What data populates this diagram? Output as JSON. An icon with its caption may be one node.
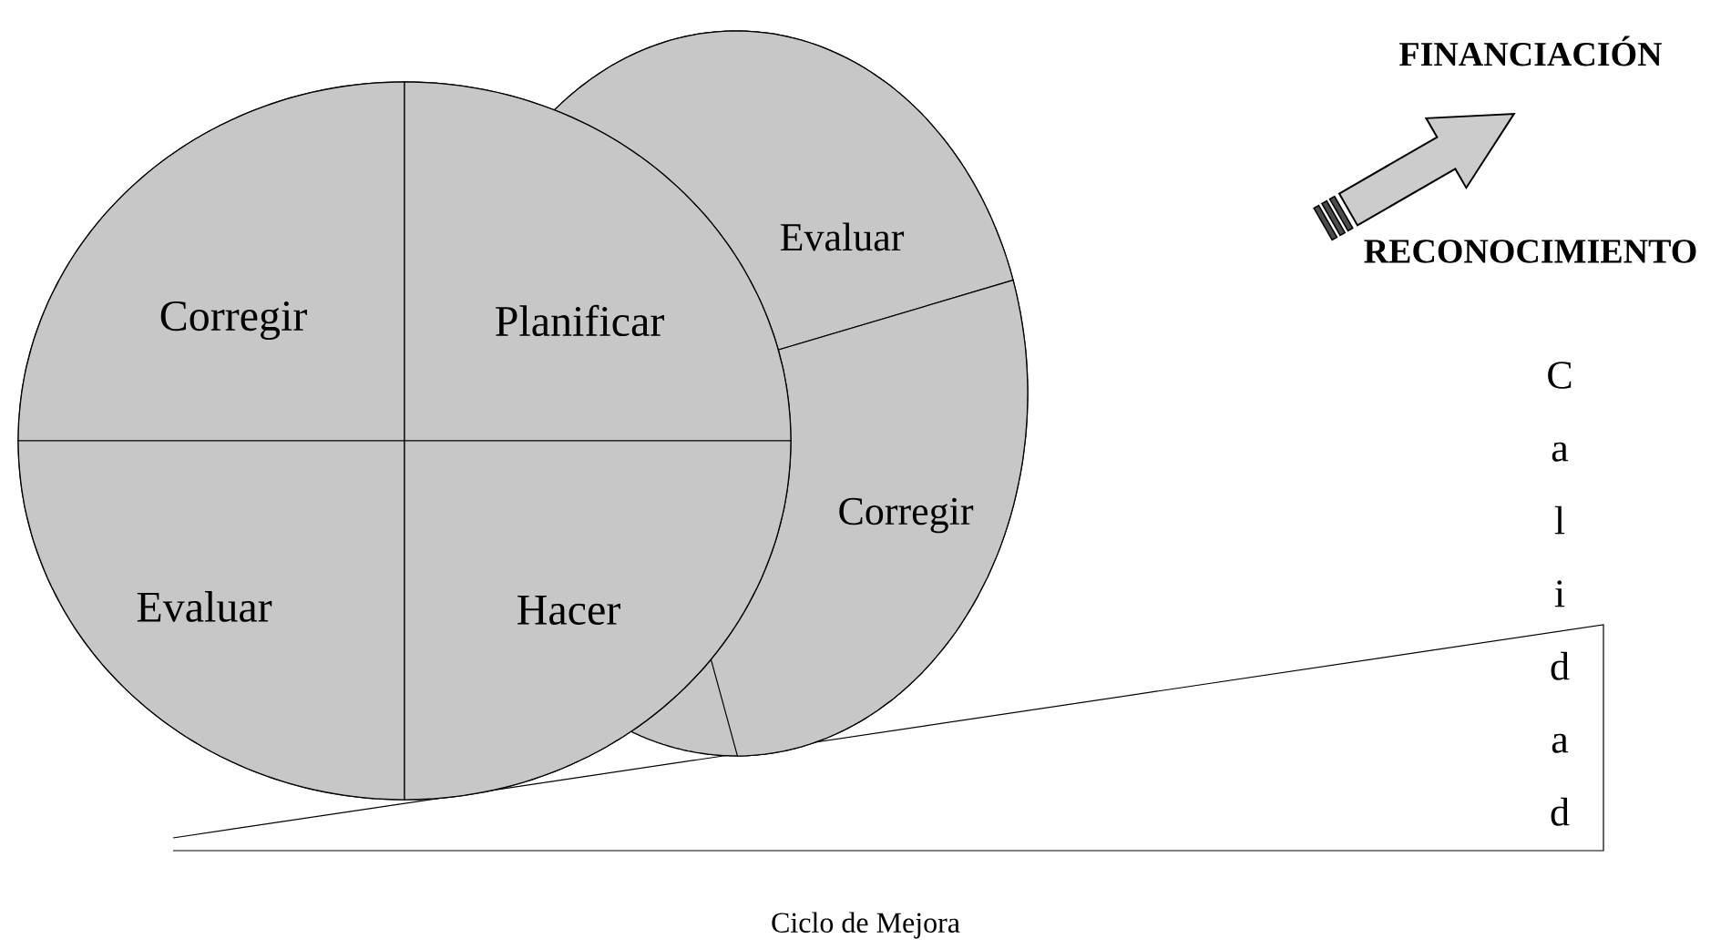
{
  "diagram": {
    "nodes": [
      {
        "text": [],
        "shape": "circle"
      },
      {
        "text": [
          "Corregir"
        ],
        "in": 0
      },
      {
        "text": [
          "Planificar"
        ],
        "in": 0
      },
      {
        "text": [
          "Evaluar"
        ],
        "in": 0
      },
      {
        "text": [
          "Hacer"
        ],
        "in": 0
      },
      {
        "text": [],
        "shape": "circle"
      },
      {
        "text": [
          "Evaluar"
        ],
        "in": 5
      },
      {
        "text": [
          "Corregir"
        ],
        "in": 5
      }
    ],
    "labels": [
      "FINANCIACIÓN",
      "RECONOCIMIENTO",
      "Calidad",
      "Ciclo de Mejora"
    ]
  }
}
